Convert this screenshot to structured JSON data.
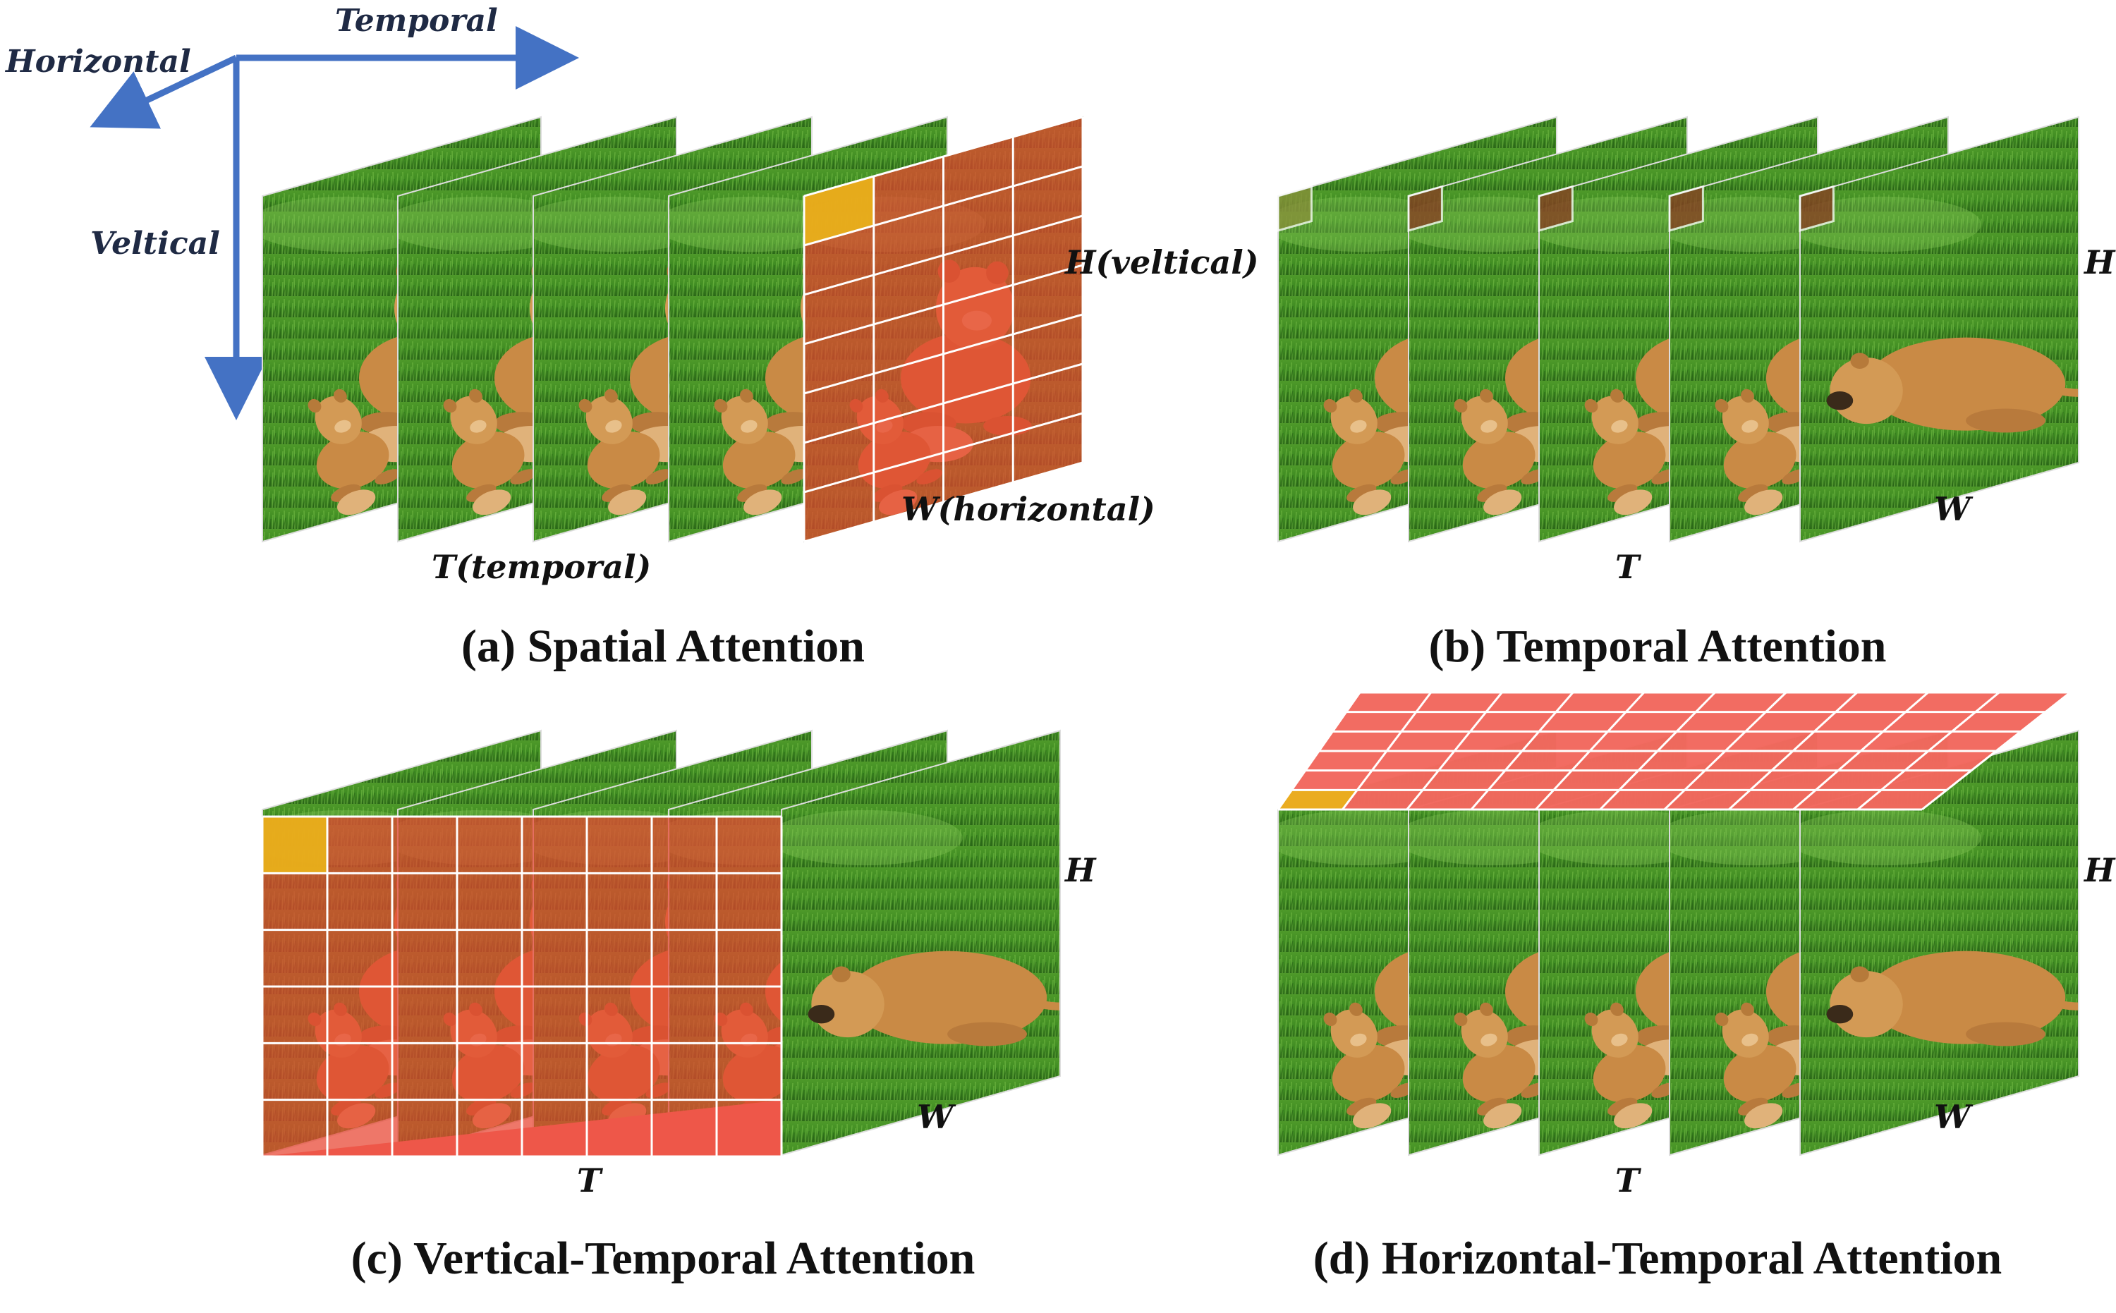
{
  "axes": {
    "temporal": "Temporal",
    "horizontal": "Horizontal",
    "vertical": "Veltical",
    "color": "#4472c4"
  },
  "panels": {
    "a": {
      "caption": "(a) Spatial Attention",
      "h_label": "H(veltical)",
      "w_label": "W(horizontal)",
      "t_label": "T(temporal)"
    },
    "b": {
      "caption": "(b) Temporal Attention",
      "h_label": "H",
      "w_label": "W",
      "t_label": "T"
    },
    "c": {
      "caption": "(c) Vertical-Temporal Attention",
      "h_label": "H",
      "w_label": "W",
      "t_label": "T"
    },
    "d": {
      "caption": "(d) Horizontal-Temporal Attention",
      "h_label": "H",
      "w_label": "W",
      "t_label": "T"
    }
  },
  "colors": {
    "attention_red": "#e8422f",
    "query_yellow": "#e9b21a",
    "grid_line": "#ffffff",
    "grass_dark": "#2f7a1e",
    "grass_light": "#6fbf3a",
    "cub_fur": "#c98a45"
  }
}
